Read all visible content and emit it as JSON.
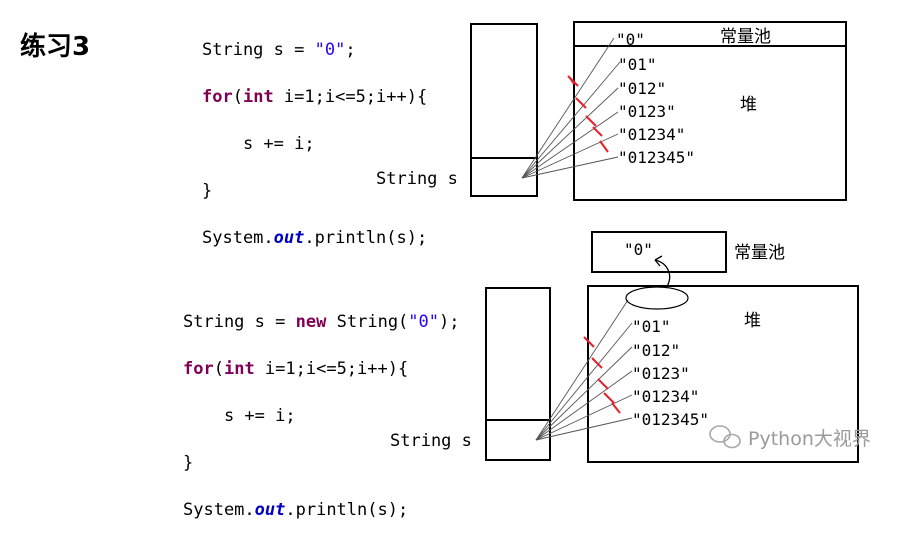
{
  "title": "练习3",
  "example1": {
    "code_line1": {
      "type": "String",
      "var": "s",
      "op": "=",
      "literal": "\"0\"",
      "end": ";"
    },
    "code_line2": {
      "kw1": "for",
      "p1": "(",
      "kw2": "int",
      "rest": " i=1;i<=5;i++){"
    },
    "code_line3": "s += i;",
    "code_line4": "}",
    "code_line5": {
      "pre": "System.",
      "field": "out",
      "post": ".println(s);"
    },
    "stack_label": "String s",
    "pool_label": "常量池",
    "heap_label": "堆",
    "values": [
      "\"0\"",
      "\"01\"",
      "\"012\"",
      "\"0123\"",
      "\"01234\"",
      "\"012345\""
    ]
  },
  "example2": {
    "code_line1": {
      "type": "String",
      "var": "s",
      "op": "=",
      "kw": "new",
      "ctor": "String(",
      "literal": "\"0\"",
      "end": ");"
    },
    "code_line2": {
      "kw1": "for",
      "p1": "(",
      "kw2": "int",
      "rest": " i=1;i<=5;i++){"
    },
    "code_line3": "s += i;",
    "code_line4": "}",
    "code_line5": {
      "pre": "System.",
      "field": "out",
      "post": ".println(s);"
    },
    "stack_label": "String s",
    "pool_label": "常量池",
    "pool_value": "\"0\"",
    "heap_label": "堆",
    "values": [
      "\"01\"",
      "\"012\"",
      "\"0123\"",
      "\"01234\"",
      "\"012345\""
    ]
  },
  "watermark": {
    "text": "Python大视界"
  },
  "colors": {
    "keyword": "#7f0055",
    "string": "#2a00ff",
    "field": "#0000c0",
    "cross": "#e8202a"
  }
}
